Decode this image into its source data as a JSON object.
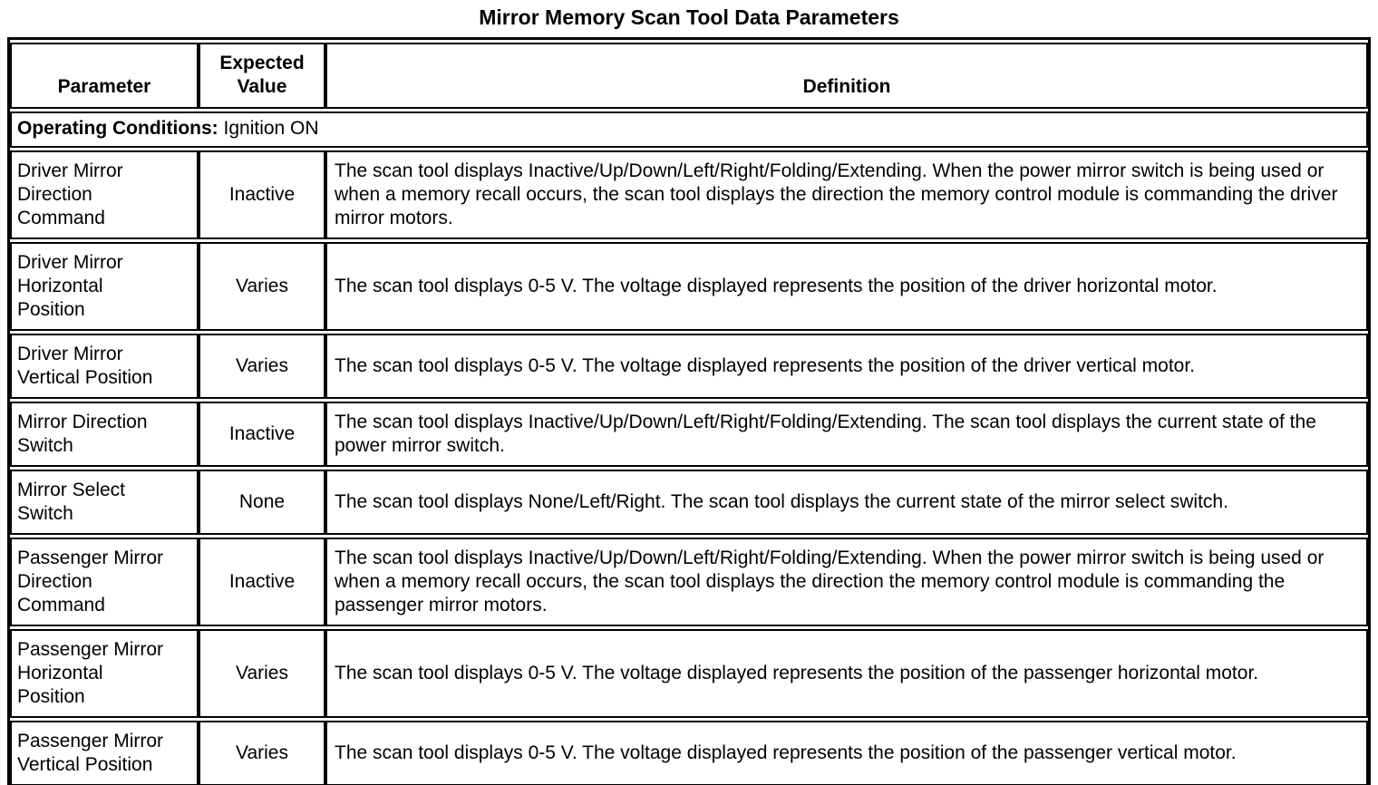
{
  "title": "Mirror Memory Scan Tool Data Parameters",
  "table": {
    "header_parameter": "Parameter",
    "header_expected_value": "Expected Value",
    "header_definition": "Definition",
    "operating_conditions_label": "Operating Conditions:",
    "operating_conditions_value": "Ignition ON",
    "rows": [
      {
        "parameter": "Driver Mirror\nDirection\nCommand",
        "expected_value": "Inactive",
        "definition": "The scan tool displays Inactive/Up/Down/Left/Right/Folding/Extending. When the power mirror switch is being used or when a memory recall occurs, the scan tool displays the direction the memory control module is commanding the driver mirror motors."
      },
      {
        "parameter": "Driver Mirror\nHorizontal\nPosition",
        "expected_value": "Varies",
        "definition": "The scan tool displays 0-5 V. The voltage displayed represents the position of the driver horizontal motor."
      },
      {
        "parameter": "Driver Mirror\nVertical Position",
        "expected_value": "Varies",
        "definition": "The scan tool displays 0-5 V. The voltage displayed represents the position of the driver vertical motor."
      },
      {
        "parameter": "Mirror Direction\nSwitch",
        "expected_value": "Inactive",
        "definition": "The scan tool displays Inactive/Up/Down/Left/Right/Folding/Extending. The scan tool displays the current state of the power mirror switch."
      },
      {
        "parameter": "Mirror Select\nSwitch",
        "expected_value": "None",
        "definition": "The scan tool displays None/Left/Right. The scan tool displays the current state of the mirror select switch."
      },
      {
        "parameter": "Passenger Mirror\nDirection\nCommand",
        "expected_value": "Inactive",
        "definition": "The scan tool displays Inactive/Up/Down/Left/Right/Folding/Extending. When the power mirror switch is being used or when a memory recall occurs, the scan tool displays the direction the memory control module is commanding the passenger mirror motors."
      },
      {
        "parameter": "Passenger Mirror\nHorizontal\nPosition",
        "expected_value": "Varies",
        "definition": "The scan tool displays 0-5 V. The voltage displayed represents the position of the passenger horizontal motor."
      },
      {
        "parameter": "Passenger Mirror\nVertical Position",
        "expected_value": "Varies",
        "definition": "The scan tool displays 0-5 V. The voltage displayed represents the position of the passenger vertical motor."
      }
    ]
  }
}
